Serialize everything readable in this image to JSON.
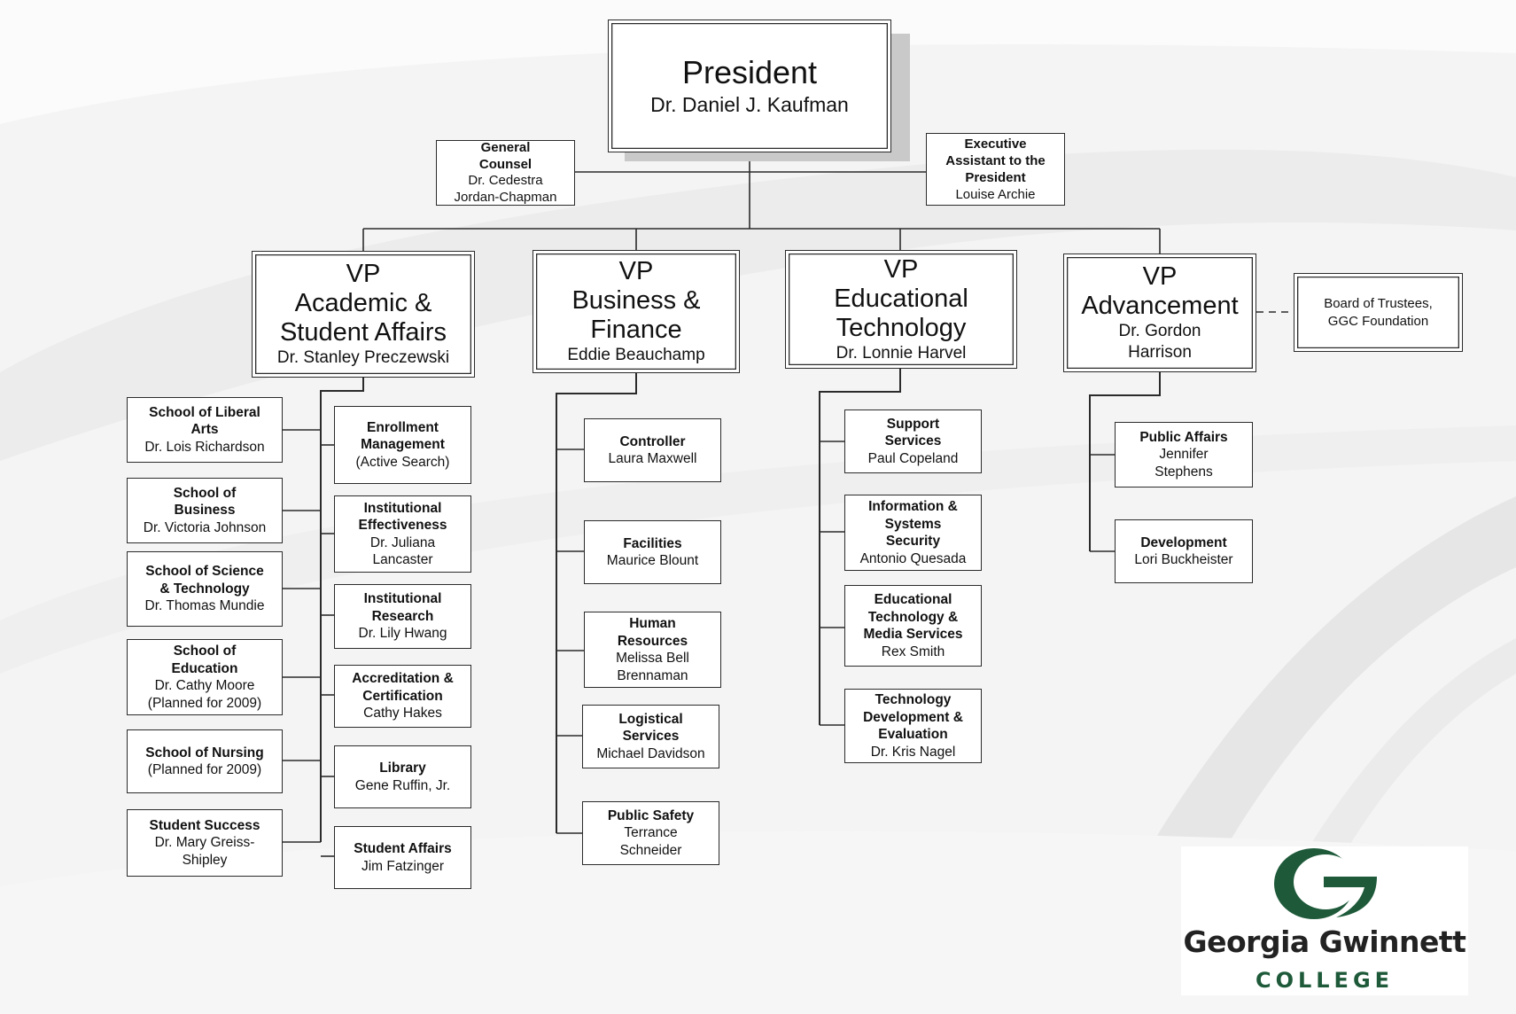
{
  "president": {
    "title": "President",
    "name": "Dr. Daniel J. Kaufman"
  },
  "staff": [
    {
      "title": "General\nCounsel",
      "name": "Dr. Cedestra\nJordan-Chapman"
    },
    {
      "title": "Executive\nAssistant to the\nPresident",
      "name": "Louise Archie"
    }
  ],
  "vps": [
    {
      "title": "VP\nAcademic &\nStudent Affairs",
      "name": "Dr. Stanley Preczewski"
    },
    {
      "title": "VP\nBusiness &\nFinance",
      "name": "Eddie Beauchamp"
    },
    {
      "title": "VP\nEducational\nTechnology",
      "name": "Dr. Lonnie Harvel"
    },
    {
      "title": "VP\nAdvancement",
      "name": "Dr. Gordon\nHarrison"
    }
  ],
  "board": {
    "name": "Board of Trustees,\nGGC Foundation"
  },
  "academic_left": [
    {
      "title": "School of Liberal\nArts",
      "name": "Dr. Lois Richardson"
    },
    {
      "title": "School of\nBusiness",
      "name": "Dr. Victoria Johnson"
    },
    {
      "title": "School of Science\n& Technology",
      "name": "Dr. Thomas Mundie"
    },
    {
      "title": "School of\nEducation",
      "name": "Dr. Cathy Moore\n(Planned for 2009)"
    },
    {
      "title": "School of Nursing",
      "name": "(Planned for 2009)"
    },
    {
      "title": "Student Success",
      "name": "Dr. Mary Greiss-\nShipley"
    }
  ],
  "academic_right": [
    {
      "title": "Enrollment\nManagement",
      "name": "(Active Search)"
    },
    {
      "title": "Institutional\nEffectiveness",
      "name": "Dr. Juliana\nLancaster"
    },
    {
      "title": "Institutional\nResearch",
      "name": "Dr. Lily Hwang"
    },
    {
      "title": "Accreditation &\nCertification",
      "name": "Cathy Hakes"
    },
    {
      "title": "Library",
      "name": "Gene Ruffin, Jr."
    },
    {
      "title": "Student Affairs",
      "name": "Jim Fatzinger"
    }
  ],
  "business": [
    {
      "title": "Controller",
      "name": "Laura Maxwell"
    },
    {
      "title": "Facilities",
      "name": "Maurice Blount"
    },
    {
      "title": "Human\nResources",
      "name": "Melissa Bell\nBrennaman"
    },
    {
      "title": "Logistical\nServices",
      "name": "Michael Davidson"
    },
    {
      "title": "Public Safety",
      "name": "Terrance\nSchneider"
    }
  ],
  "edtech": [
    {
      "title": "Support\nServices",
      "name": "Paul Copeland"
    },
    {
      "title": "Information &\nSystems\nSecurity",
      "name": "Antonio Quesada"
    },
    {
      "title": "Educational\nTechnology &\nMedia Services",
      "name": "Rex Smith"
    },
    {
      "title": "Technology\nDevelopment &\nEvaluation",
      "name": "Dr. Kris Nagel"
    }
  ],
  "advancement": [
    {
      "title": "Public Affairs",
      "name": "Jennifer\nStephens"
    },
    {
      "title": "Development",
      "name": "Lori Buckheister"
    }
  ],
  "logo": {
    "name": "Georgia Gwinnett",
    "sub": "COLLEGE",
    "green": "#1e5a3a"
  }
}
